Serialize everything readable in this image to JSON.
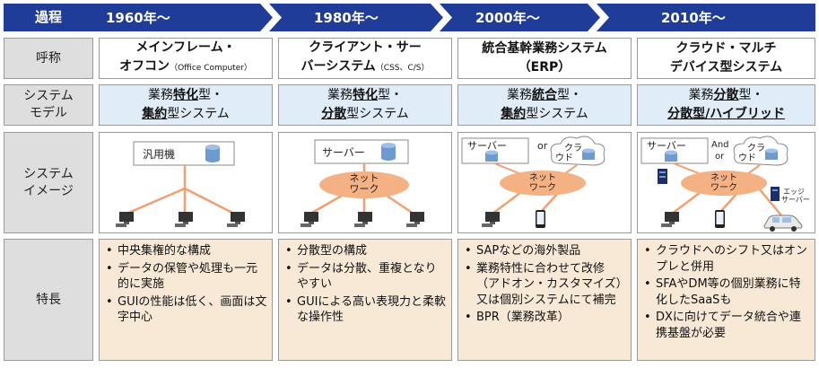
{
  "header_label": "過程",
  "row_labels": {
    "name": "呼称",
    "model": "システム\nモデル",
    "image": "システム\nイメージ",
    "features": "特長"
  },
  "columns": [
    {
      "era": "1960年～",
      "name": "メインフレーム・\nオフコン",
      "name_note": "（Office Computer）",
      "model_l1_pre": "業務",
      "model_l1_bold": "特化",
      "model_l1_post": "型・",
      "model_l2_bold": "集約",
      "model_l2_post": "型システム",
      "image": {
        "top_box": "汎用機"
      },
      "features": [
        "中央集権的な構成",
        "データの保管や処理も一元的に実施",
        "GUIの性能は低く、画面は文字中心"
      ]
    },
    {
      "era": "1980年～",
      "name": "クライアント・サー\nバーシステム",
      "name_note": "（CSS、C/S）",
      "model_l1_pre": "業務",
      "model_l1_bold": "特化",
      "model_l1_post": "型・",
      "model_l2_bold": "分散",
      "model_l2_post": "型システム",
      "image": {
        "top_box": "サーバー",
        "network": "ネット\nワーク"
      },
      "features": [
        "分散型の構成",
        "データは分散、重複となりやすい",
        "GUIによる高い表現力と柔軟な操作性"
      ]
    },
    {
      "era": "2000年～",
      "name": "統合基幹業務システム\n（ERP）",
      "name_note": "",
      "model_l1_pre": "業務",
      "model_l1_bold": "統合",
      "model_l1_post": "型・",
      "model_l2_bold": "集約",
      "model_l2_post": "型システム",
      "image": {
        "top_box": "サーバー",
        "connector": "or",
        "cloud": "クラ\nウド",
        "network": "ネット\nワーク"
      },
      "features": [
        "SAPなどの海外製品",
        "業務特性に合わせて改修（アドオン・カスタマイズ）又は個別システムにて補完",
        "BPR（業務改革）"
      ]
    },
    {
      "era": "2010年～",
      "name": "クラウド・マルチ\nデバイス型システム",
      "name_note": "",
      "model_l1_pre": "業務",
      "model_l1_bold": "分散",
      "model_l1_post": "型・",
      "model_l2_bold": "分散型/ハイブリッド",
      "model_l2_post": "",
      "image": {
        "top_box": "サーバー",
        "connector": "And\nor",
        "cloud": "クラ\nウド",
        "network": "ネット\nワーク",
        "edge": "エッジ\nサーバー"
      },
      "features": [
        "クラウドへのシフト又はオンプレと併用",
        "SFAやDM等の個別業務に特化したSaaSも",
        "DXに向けてデータ統合や連携基盤が必要"
      ]
    }
  ],
  "colors": {
    "header_blue": "#1f3c99",
    "row_label_gray": "#dedede",
    "model_blue": "#e0ecf8",
    "feature_beige": "#f8e9d7",
    "network_orange": "#f4b183",
    "line_orange": "#f0a070",
    "db_blue": "#6d9bd1"
  },
  "icons": [
    "database-icon",
    "pc-icon",
    "smartphone-icon",
    "cloud-icon",
    "edge-server-icon",
    "car-icon"
  ]
}
